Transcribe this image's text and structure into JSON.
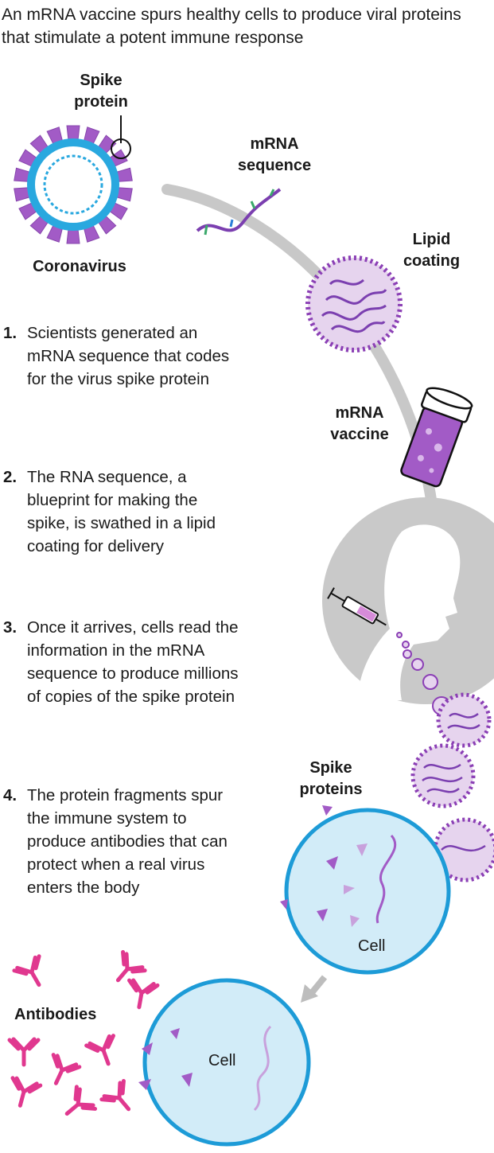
{
  "headline": "An mRNA vaccine spurs healthy cells to produce viral proteins that stimulate a potent immune response",
  "labels": {
    "spike_protein": "Spike protein",
    "coronavirus": "Coronavirus",
    "mrna_sequence": "mRNA sequence",
    "lipid_coating": "Lipid coating",
    "mrna_vaccine": "mRNA vaccine",
    "spike_proteins": "Spike proteins",
    "cell": "Cell",
    "antibodies": "Antibodies"
  },
  "steps": [
    {
      "num": "1.",
      "text": "Scientists generated an mRNA sequence that codes for the virus spike protein"
    },
    {
      "num": "2.",
      "text": "The RNA sequence, a blueprint for making the spike, is swathed in a lipid coating for delivery"
    },
    {
      "num": "3.",
      "text": "Once it arrives, cells read the information in the mRNA sequence to produce millions of copies of the spike protein"
    },
    {
      "num": "4.",
      "text": "The protein fragments spur the immune system to produce antibodies that can protect when a real virus enters the body"
    }
  ],
  "colors": {
    "virus_blue": "#29a8df",
    "spike_purple": "#a25bc6",
    "lipid_fill": "#e6d4ee",
    "cell_fill": "#d2ecf8",
    "cell_border": "#1d9bd7",
    "antibody_pink": "#e0388f",
    "path_gray": "#c8c8c8"
  },
  "icons": [
    "coronavirus-icon",
    "mrna-strand-icon",
    "lipid-nanoparticle-icon",
    "vaccine-vial-icon",
    "person-silhouette-icon",
    "syringe-icon",
    "cell-icon",
    "antibody-icon"
  ]
}
